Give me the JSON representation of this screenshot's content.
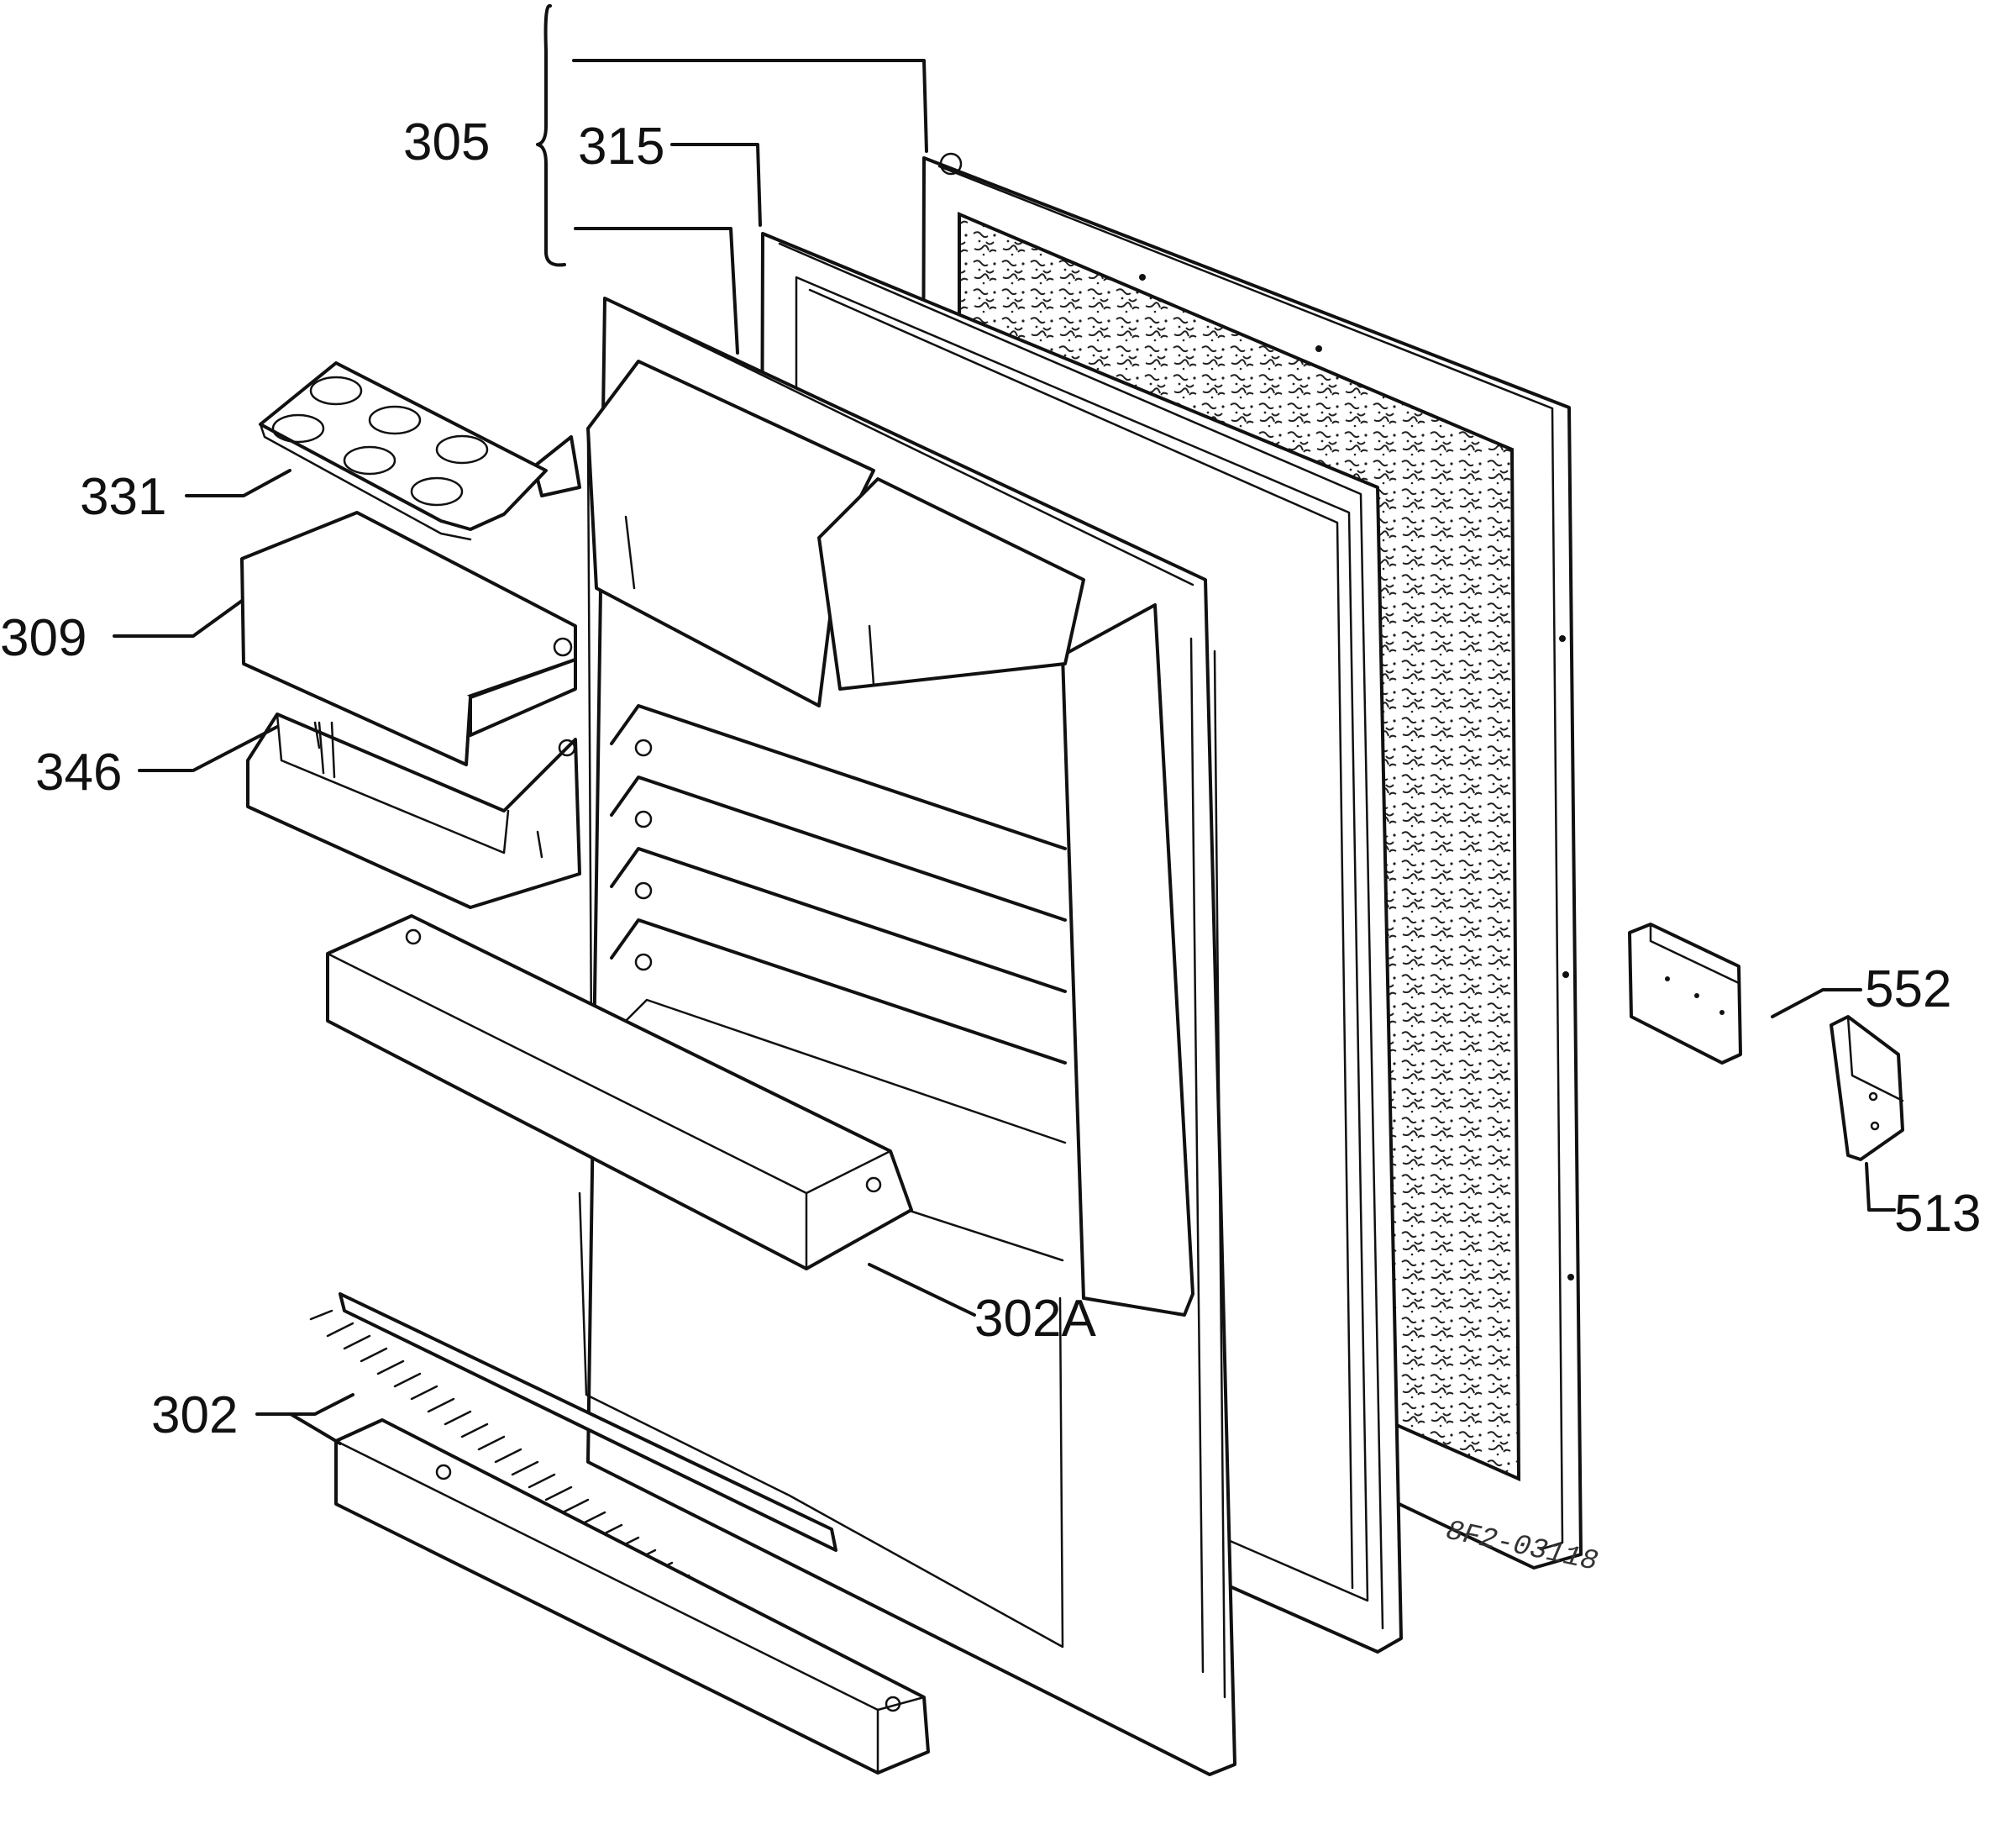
{
  "diagram": {
    "labels": {
      "p305": "305",
      "p315": "315",
      "p331": "331",
      "p309": "309",
      "p346": "346",
      "p302a": "302A",
      "p302": "302",
      "p552": "552",
      "p513": "513"
    },
    "drawing_number": "8F2-03118",
    "colors": {
      "line": "#111111",
      "background": "#ffffff"
    }
  }
}
